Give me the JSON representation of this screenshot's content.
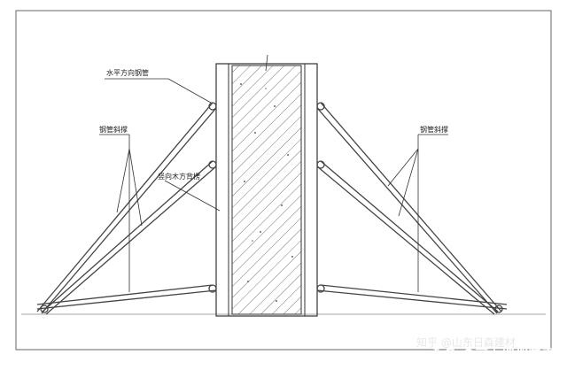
{
  "labels": {
    "horizontal_steel_pipe": "水平方向钢管",
    "steel_diagonal_brace_left": "钢管斜撑",
    "vertical_timber": "竖向木方背楞",
    "steel_diagonal_brace_right": "钢管斜撑"
  },
  "watermark": {
    "zhihu": "知乎 @山东日森建材",
    "toutiao": "头条 @剪力墙那些事"
  }
}
